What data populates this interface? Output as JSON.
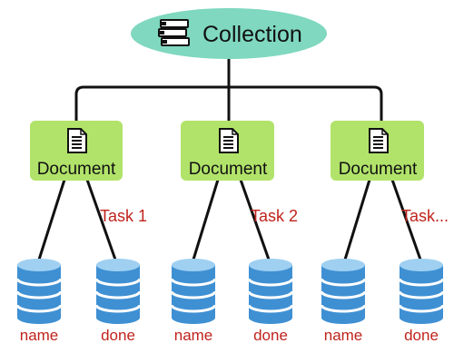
{
  "root": {
    "label": "Collection",
    "icon": "books-stack-icon",
    "fill": "#7fd8bf"
  },
  "documents": [
    {
      "label": "Document",
      "icon": "document-icon",
      "task_label": "Task 1",
      "fields": [
        "name",
        "done"
      ]
    },
    {
      "label": "Document",
      "icon": "document-icon",
      "task_label": "Task 2",
      "fields": [
        "name",
        "done"
      ]
    },
    {
      "label": "Document",
      "icon": "document-icon",
      "task_label": "Task...",
      "fields": [
        "name",
        "done"
      ]
    }
  ],
  "colors": {
    "document_fill": "#b1e36a",
    "task_text": "#c0231d",
    "field_text": "#c0231d",
    "database": "#3f90d3",
    "line": "#111111"
  }
}
